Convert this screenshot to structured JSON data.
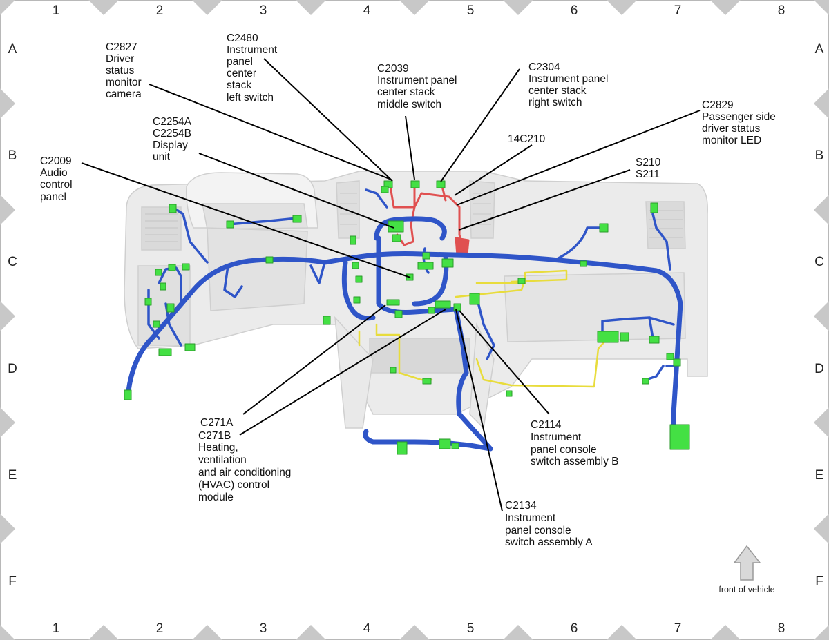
{
  "grid": {
    "columns": [
      "1",
      "2",
      "3",
      "4",
      "5",
      "6",
      "7",
      "8"
    ],
    "rows": [
      "A",
      "B",
      "C",
      "D",
      "E",
      "F"
    ]
  },
  "callouts": {
    "c2827": [
      "C2827",
      "Driver",
      "status",
      "monitor",
      "camera"
    ],
    "c2480": [
      "C2480",
      "Instrument",
      "panel",
      "center",
      "stack",
      "left switch"
    ],
    "c2039": [
      "C2039",
      "Instrument panel",
      "center stack",
      "middle switch"
    ],
    "c2304": [
      "C2304",
      "Instrument panel",
      "center stack",
      "right switch"
    ],
    "c2829": [
      "C2829",
      "Passenger side",
      "driver status",
      "monitor LED"
    ],
    "c14c210": [
      "14C210"
    ],
    "s210": [
      "S210",
      "S211"
    ],
    "c2254": [
      "C2254A",
      "C2254B",
      "Display",
      "unit"
    ],
    "c2009": [
      "C2009",
      "Audio",
      "control",
      "panel"
    ],
    "c271": [
      "C271A",
      "C271B",
      "Heating,",
      "ventilation",
      "and air conditioning",
      "(HVAC) control",
      "module"
    ],
    "c2114": [
      "C2114",
      "Instrument",
      "panel console",
      "switch assembly B"
    ],
    "c2134": [
      "C2134",
      "Instrument",
      "panel console",
      "switch assembly A"
    ]
  },
  "orientation": {
    "label": "front of vehicle",
    "icon": "up-arrow-icon"
  },
  "colors": {
    "harness_main": "#2f55c8",
    "harness_red": "#e05050",
    "harness_yellow": "#e8dc3c",
    "connector": "#44e044",
    "dash_gray": "#e6e6e6",
    "border_diamond": "#c8c8c8"
  }
}
